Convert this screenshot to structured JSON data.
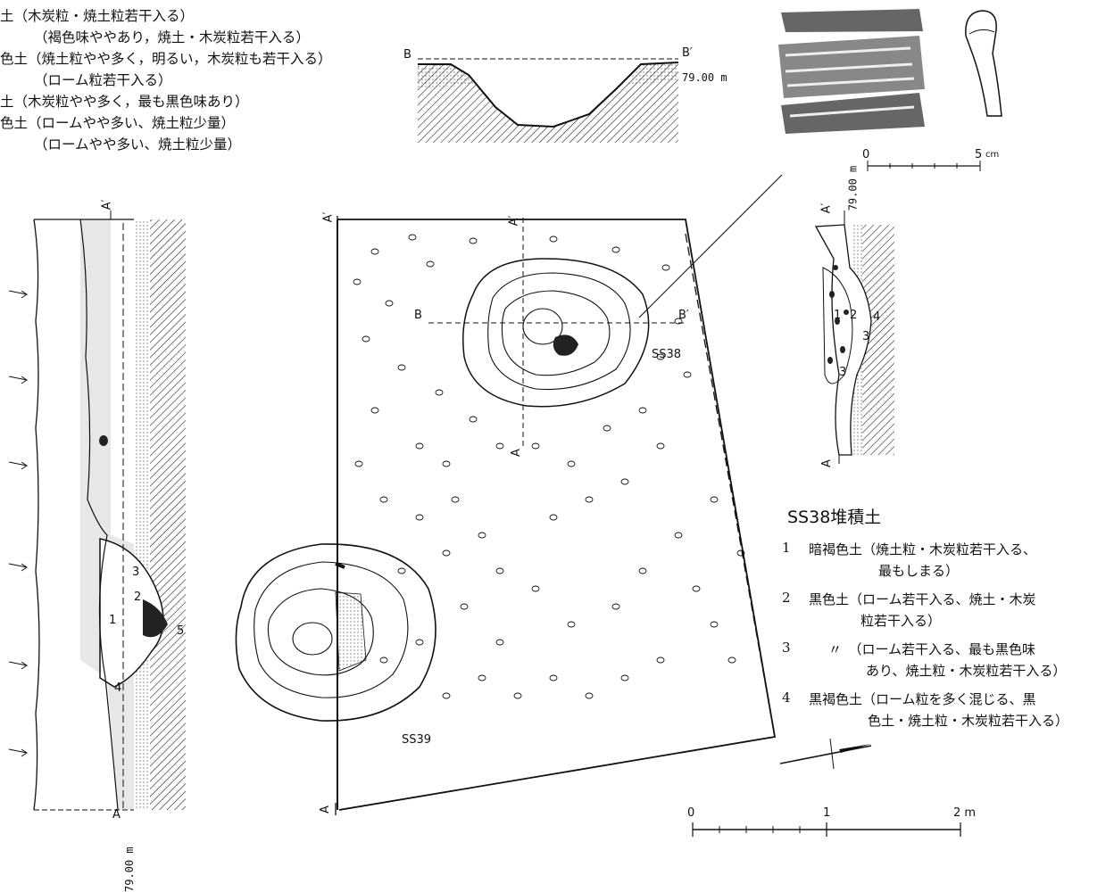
{
  "top_legend": {
    "lines": [
      "土（木炭粒・焼土粒若干入る）",
      "（褐色味ややあり，焼土・木炭粒若干入る）",
      "色土（焼土粒やや多く，明るい，木炭粒も若干入る）",
      "（ローム粒若干入る）",
      "土（木炭粒やや多く，最も黒色味あり）",
      "色土（ロームやや多い、焼土粒少量）",
      "（ロームやや多い、焼土粒少量）"
    ]
  },
  "section_bb": {
    "left_label": "B",
    "right_label": "B′",
    "elevation": "79.00 m"
  },
  "artifact_scale": {
    "zero": "0",
    "five": "5",
    "unit": "cm"
  },
  "left_section": {
    "top_label": "A′",
    "bottom_label": "A",
    "elevation": "79.00 m",
    "layer_nums": [
      "1",
      "2",
      "3",
      "4",
      "5"
    ]
  },
  "plan": {
    "a_prime_top_left": "A′",
    "a_prime_top_mid": "A′",
    "a_mid": "A",
    "a_bottom_left": "A",
    "b_label": "B",
    "b_prime_label": "B′",
    "ss38": "SS38",
    "ss39": "SS39"
  },
  "right_section": {
    "top_label": "A′",
    "bottom_label": "A",
    "elevation": "79.00 m",
    "layer_nums": [
      "1",
      "2",
      "3",
      "4",
      "3"
    ]
  },
  "ss38_legend": {
    "title": "SS38堆積土",
    "items": [
      {
        "num": "1",
        "line1": "暗褐色土（焼土粒・木炭粒若干入る、",
        "line2": "最もしまる）"
      },
      {
        "num": "2",
        "line1": "黒色土（ローム若干入る、焼土・木炭",
        "line2": "粒若干入る）"
      },
      {
        "num": "3",
        "line1": "〃　（ローム若干入る、最も黒色味",
        "line2": "あり、焼土粒・木炭粒若干入る）"
      },
      {
        "num": "4",
        "line1": "黒褐色土（ローム粒を多く混じる、黒",
        "line2": "色土・焼土粒・木炭粒若干入る）"
      }
    ]
  },
  "plan_scale": {
    "zero": "0",
    "one": "1",
    "two": "2 m"
  }
}
